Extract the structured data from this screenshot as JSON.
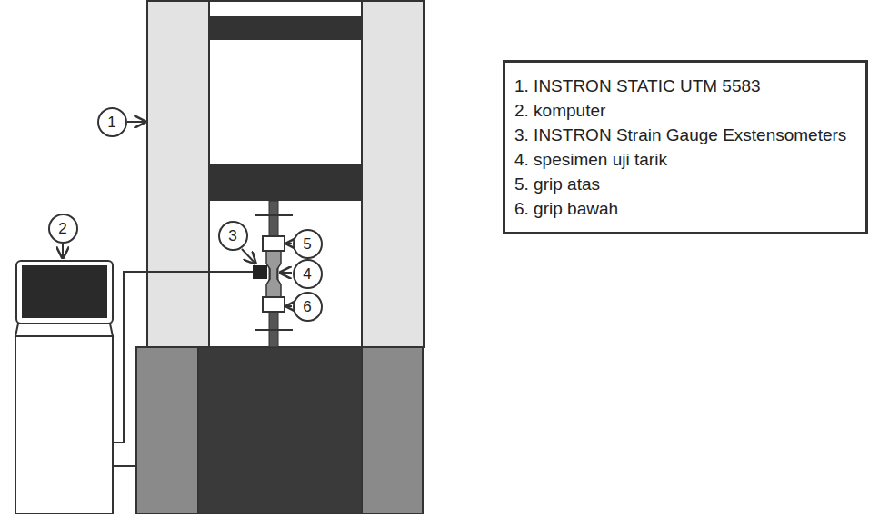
{
  "diagram": {
    "nodes": [
      {
        "text": [
          "1"
        ]
      },
      {
        "text": [
          "2"
        ]
      },
      {
        "text": [
          "3"
        ]
      },
      {
        "text": [
          "5"
        ]
      },
      {
        "text": [
          "4"
        ]
      },
      {
        "text": [
          "6"
        ]
      },
      {
        "text": [
          "1. INSTRON STATIC UTM 5583",
          "2. komputer",
          "3. INSTRON Strain Gauge Exstensometers",
          "4. spesimen uji tarik",
          "5. grip atas",
          "6. grip bawah"
        ]
      }
    ],
    "edges": []
  }
}
